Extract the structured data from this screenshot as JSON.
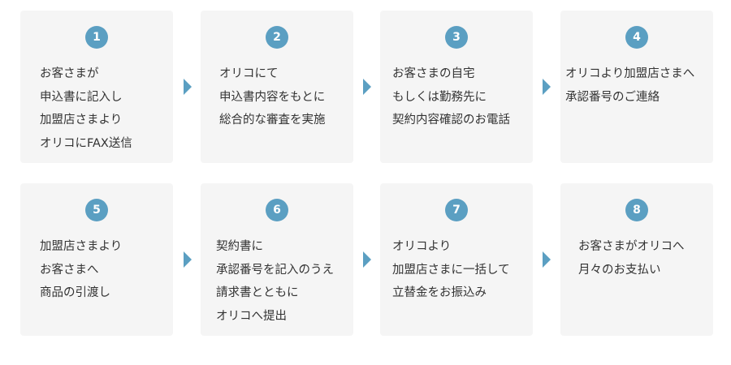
{
  "steps": [
    {
      "number": "1",
      "lines": [
        "お客さまが",
        "申込書に記入し",
        "加盟店さまより",
        "オリコにFAX送信"
      ]
    },
    {
      "number": "2",
      "lines": [
        "オリコにて",
        "申込書内容をもとに",
        "総合的な審査を実施"
      ]
    },
    {
      "number": "3",
      "lines": [
        "お客さまの自宅",
        "もしくは勤務先に",
        "契約内容確認のお電話"
      ]
    },
    {
      "number": "4",
      "lines": [
        "オリコより加盟店さまへ",
        "承認番号のご連絡"
      ]
    },
    {
      "number": "5",
      "lines": [
        "加盟店さまより",
        "お客さまへ",
        "商品の引渡し"
      ]
    },
    {
      "number": "6",
      "lines": [
        "契約書に",
        "承認番号を記入のうえ",
        "請求書とともに",
        "オリコへ提出"
      ]
    },
    {
      "number": "7",
      "lines": [
        "オリコより",
        "加盟店さまに一括して",
        "立替金をお振込み"
      ]
    },
    {
      "number": "8",
      "lines": [
        "お客さまがオリコへ",
        "月々のお支払い"
      ]
    }
  ],
  "colors": {
    "accent": "#5b9fc2",
    "card_background": "#f5f5f5",
    "text": "#333333"
  },
  "icons": {
    "arrow": "triangle-right-icon"
  }
}
